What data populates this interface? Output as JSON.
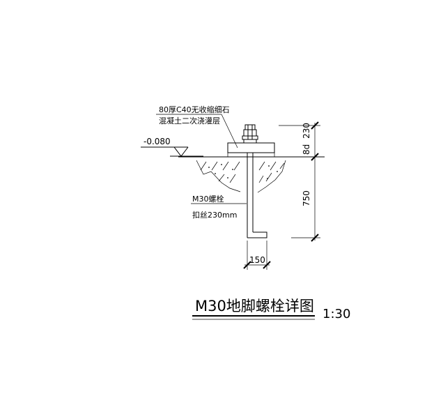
{
  "drawing": {
    "note_line1": "80厚C40无收缩细石",
    "note_line2": "混凝土二次浇灌层",
    "elevation": "-0.080",
    "bolt_label_line1": "M30螺栓",
    "bolt_label_line2": "扣丝230mm",
    "dim_top": "230",
    "dim_top_prefix": "8d",
    "dim_embed": "750",
    "dim_hook": "150",
    "title": "M30地脚螺栓详图",
    "scale": "1:30"
  }
}
